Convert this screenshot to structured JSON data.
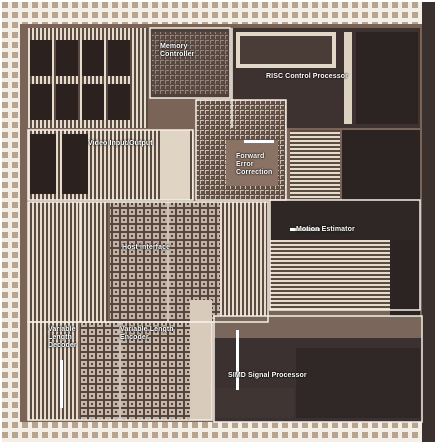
{
  "image": {
    "kind": "die micrograph",
    "colors": {
      "background": "#ffffff",
      "die": "#6f5a4e",
      "block_dark": "#332b2a",
      "metal": "#e9dfd0",
      "pad": "#b9a490",
      "label": "#ffffff"
    }
  },
  "labels": {
    "memory_controller": "Memory\nController",
    "risc_control_processor": "RISC Control Processor",
    "video_input_output": "Video Input/Output",
    "forward_error_correction": "Forward\nError\nCorrection",
    "motion_estimator": "Motion Estimator",
    "host_interface": "Host interface",
    "variable_length_decoder": "Variable\nLength\nDecoder",
    "variable_length_encoder": "Variable Length\nEncoder",
    "simd_signal_processor": "SIMD Signal Processor"
  }
}
